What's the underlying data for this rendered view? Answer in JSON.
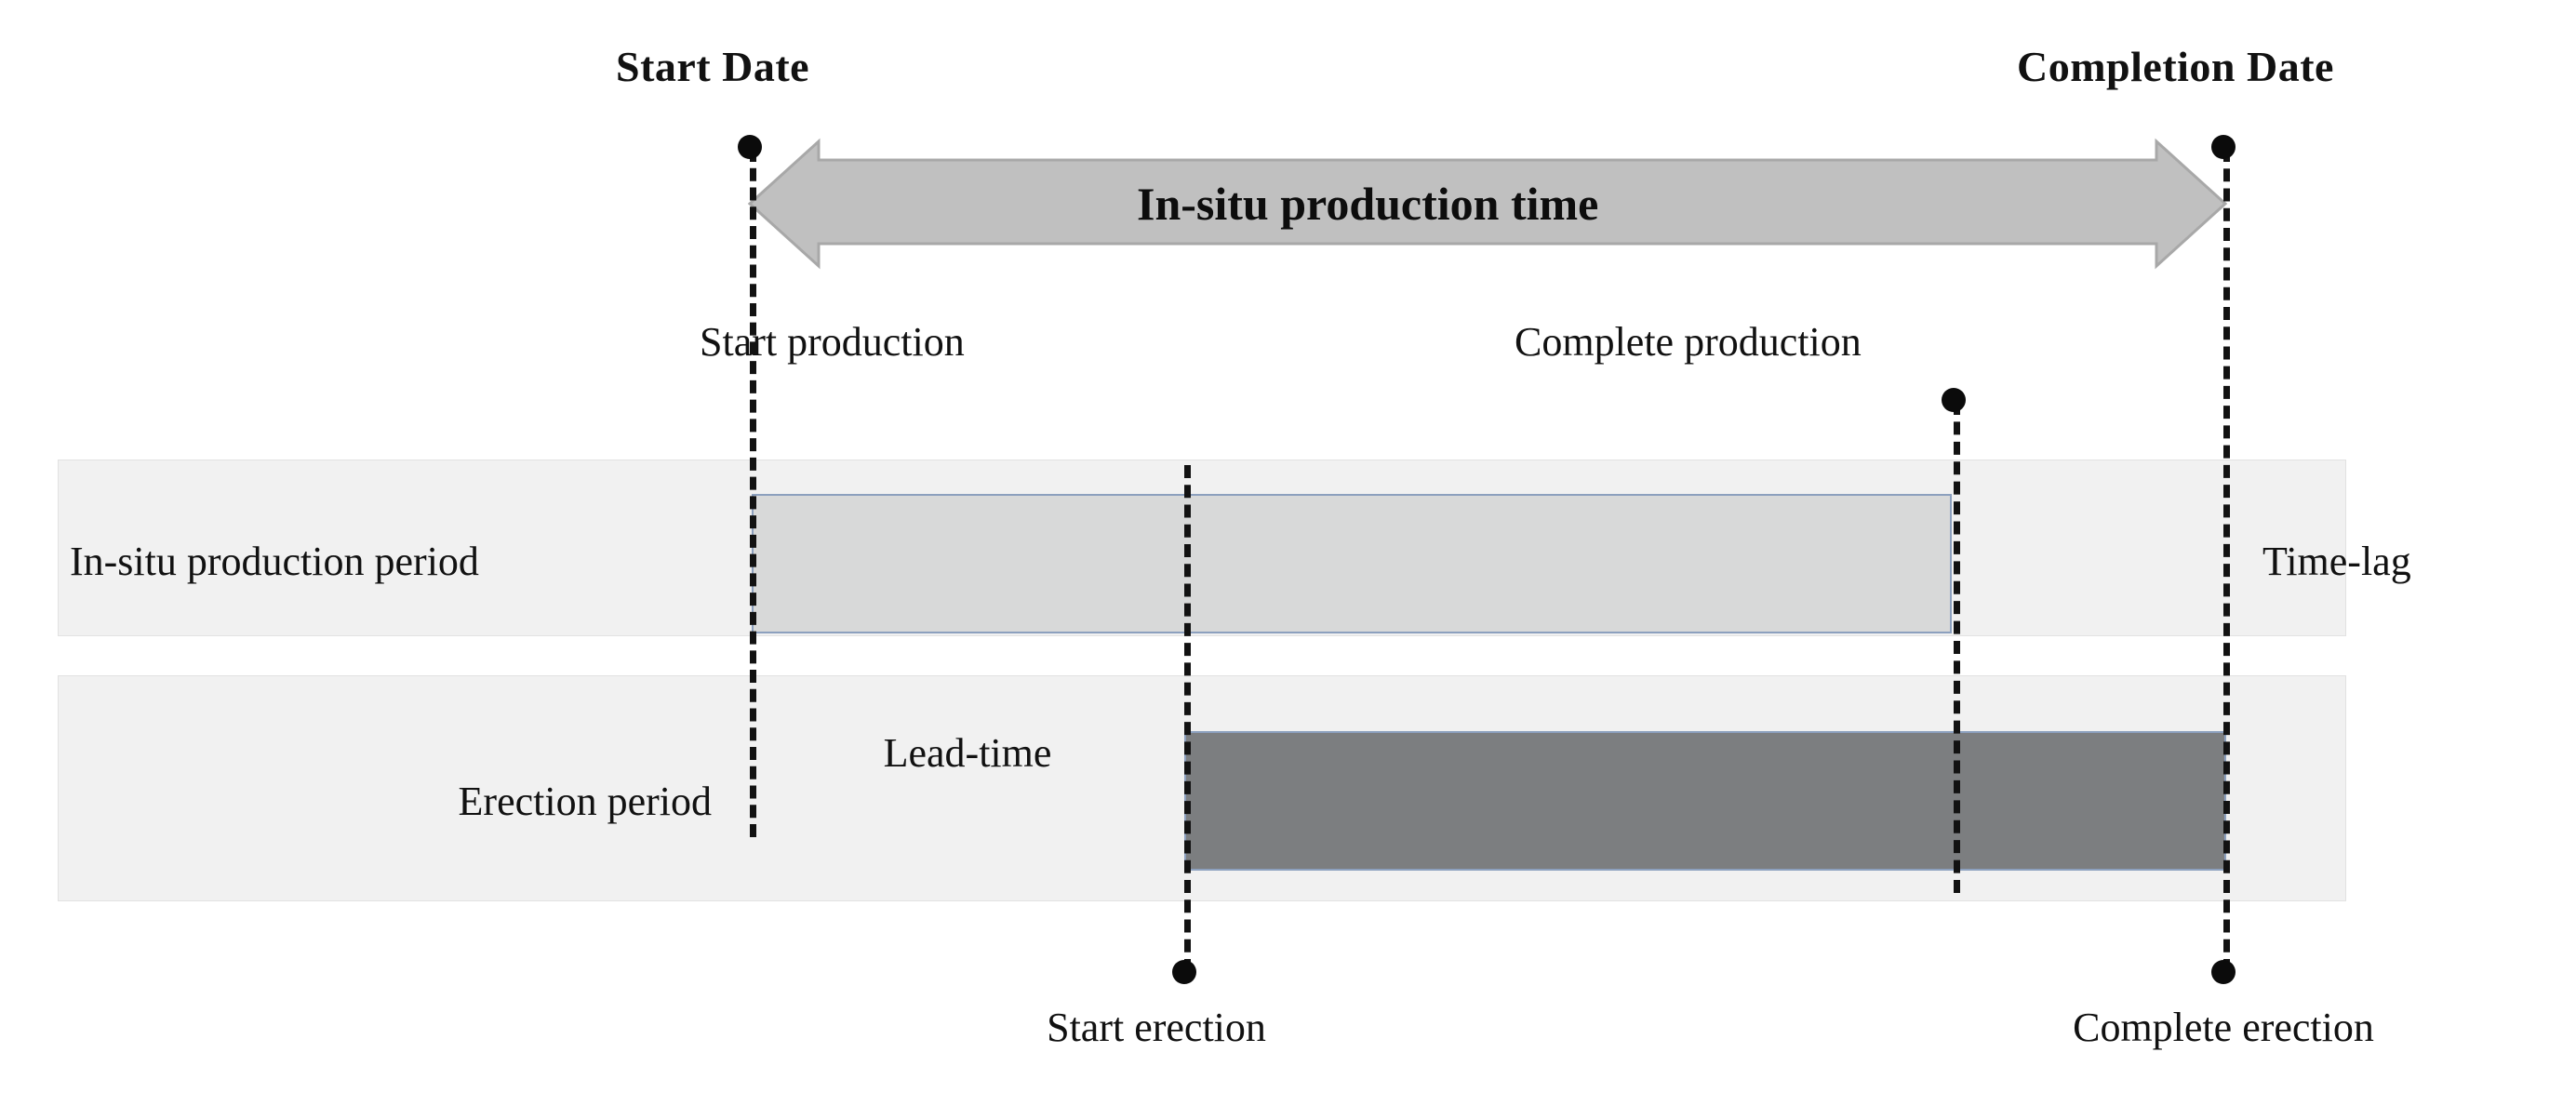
{
  "diagram": {
    "title_top_left": "Start Date",
    "title_top_right": "Completion Date",
    "span_arrow_label": "In-situ production time",
    "milestones": {
      "start_production": "Start production",
      "complete_production": "Complete production",
      "start_erection": "Start erection",
      "complete_erection": "Complete erection"
    },
    "rows": [
      {
        "label": "In-situ production period"
      },
      {
        "label": "Erection period"
      }
    ],
    "annotations": {
      "time_lag": "Time-lag",
      "lead_time": "Lead-time"
    },
    "colors": {
      "band_fill": "#f1f1f1",
      "band_border": "#e2e2e2",
      "bar_light_fill": "#d8d9d9",
      "bar_dark_fill": "#7c7e80",
      "bar_border": "#8ca0be",
      "span_arrow_fill": "#c0c0c0",
      "span_arrow_stroke": "#9c9c9c",
      "guide_line": "#121212",
      "text": "#111111"
    }
  }
}
